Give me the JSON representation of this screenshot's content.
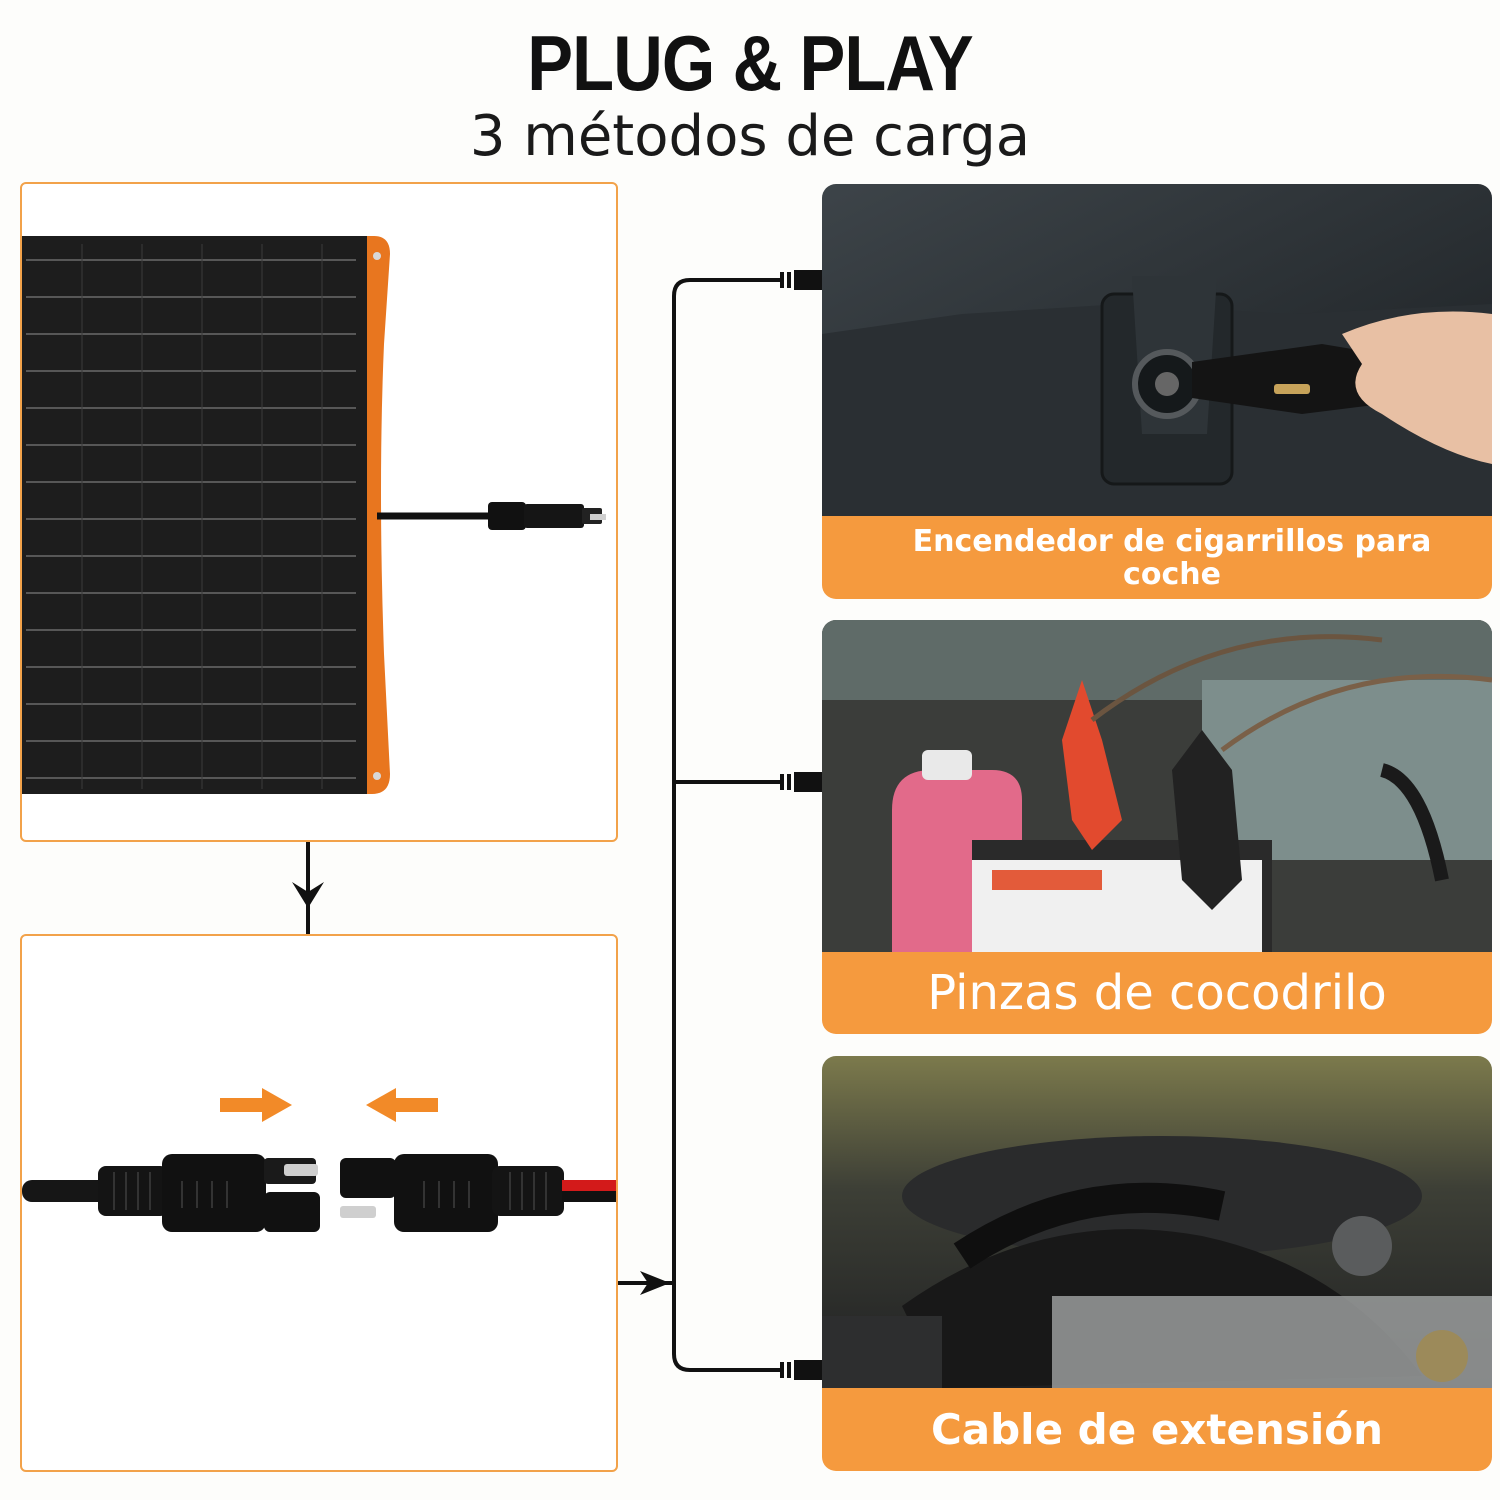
{
  "header": {
    "title": "PLUG & PLAY",
    "subtitle": "3 métodos de carga"
  },
  "methods": [
    {
      "label": "Encendedor de cigarrillos para coche",
      "icon": "cigarette-lighter-photo"
    },
    {
      "label": "Pinzas de cocodrilo",
      "icon": "alligator-clips-photo"
    },
    {
      "label": "Cable de extensión",
      "icon": "engine-bay-photo"
    }
  ],
  "colors": {
    "accent": "#f59a3e",
    "border": "#f2a24a",
    "panel": "#1c1c1c"
  }
}
